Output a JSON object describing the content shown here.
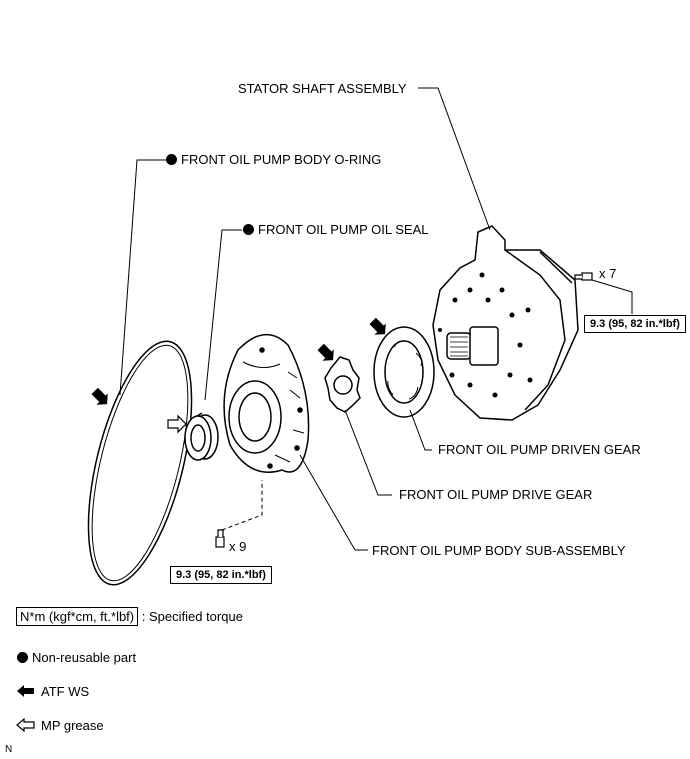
{
  "labels": {
    "stator_shaft": "STATOR SHAFT ASSEMBLY",
    "o_ring": "FRONT OIL PUMP BODY O-RING",
    "oil_seal": "FRONT OIL PUMP OIL SEAL",
    "driven_gear": "FRONT OIL PUMP DRIVEN GEAR",
    "drive_gear": "FRONT OIL PUMP DRIVE GEAR",
    "body_sub": "FRONT OIL PUMP BODY SUB-ASSEMBLY"
  },
  "bolts": {
    "top_count": "x 7",
    "bottom_count": "x 9"
  },
  "torque": {
    "top": "9.3 (95, 82 in.*lbf)",
    "bottom": "9.3 (95, 82 in.*lbf)"
  },
  "legend": {
    "torque_unit": "N*m (kgf*cm, ft.*lbf)",
    "torque_text": ": Specified torque",
    "non_reusable": "Non-reusable part",
    "atf": "ATF WS",
    "grease": "MP grease"
  },
  "corner_mark": "N"
}
